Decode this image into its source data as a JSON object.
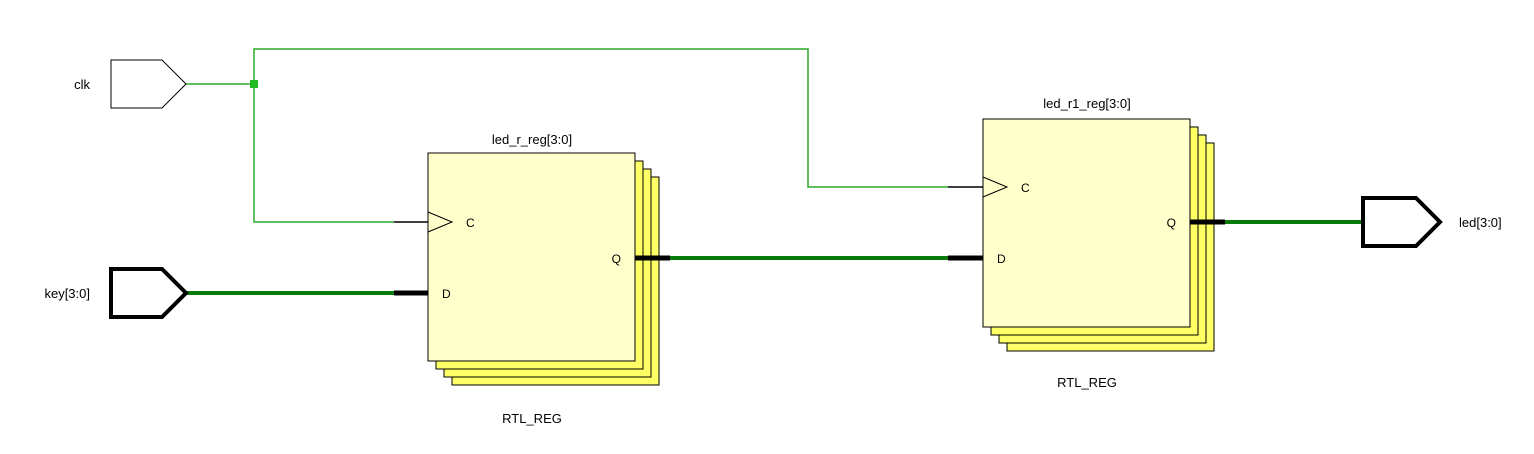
{
  "colors": {
    "wire": "#2aaa2a",
    "bus": "#0a7a0a",
    "cell_fill": "#ffffcc",
    "cell_stack_fill": "#ffff66",
    "pin_stub": "#000000",
    "port_fill": "#ffffff",
    "net_junction": "#22bb22"
  },
  "ports": {
    "clk": {
      "label": "clk"
    },
    "key": {
      "label": "key[3:0]"
    },
    "led": {
      "label": "led[3:0]"
    }
  },
  "cells": {
    "led_r_reg": {
      "name": "led_r_reg[3:0]",
      "type": "RTL_REG",
      "pin_c": "C",
      "pin_d": "D",
      "pin_q": "Q"
    },
    "led_r1_reg": {
      "name": "led_r1_reg[3:0]",
      "type": "RTL_REG",
      "pin_c": "C",
      "pin_d": "D",
      "pin_q": "Q"
    }
  }
}
